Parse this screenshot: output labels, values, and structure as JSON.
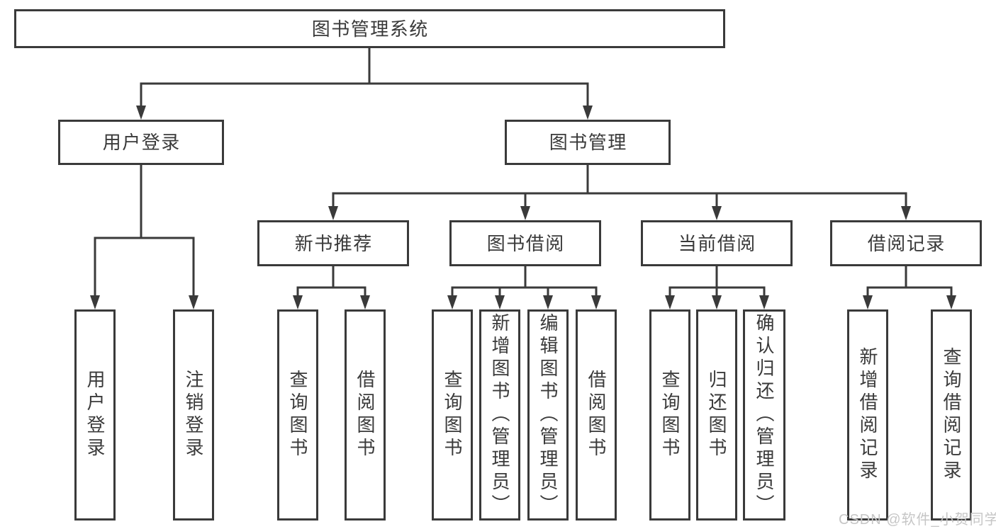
{
  "tree": {
    "root": {
      "label": "图书管理系统"
    },
    "branches": [
      {
        "label": "用户登录",
        "children": [
          {
            "label": "用户登录"
          },
          {
            "label": "注销登录"
          }
        ]
      },
      {
        "label": "图书管理",
        "children": [
          {
            "label": "新书推荐",
            "children": [
              {
                "label": "查询图书"
              },
              {
                "label": "借阅图书"
              }
            ]
          },
          {
            "label": "图书借阅",
            "children": [
              {
                "label": "查询图书"
              },
              {
                "label": "新增图书（管理员）"
              },
              {
                "label": "编辑图书（管理员）"
              },
              {
                "label": "借阅图书"
              }
            ]
          },
          {
            "label": "当前借阅",
            "children": [
              {
                "label": "查询图书"
              },
              {
                "label": "归还图书"
              },
              {
                "label": "确认归还（管理员）"
              }
            ]
          },
          {
            "label": "借阅记录",
            "children": [
              {
                "label": "新增借阅记录"
              },
              {
                "label": "查询借阅记录"
              }
            ]
          }
        ]
      }
    ]
  },
  "watermark": {
    "text": "CSDN @软件_小贺同学"
  },
  "colors": {
    "line": "#3a3a3a",
    "text": "#3a3a3a",
    "box_fill": "#ffffff",
    "background": "#ffffff",
    "watermark": "#c6c6c6"
  }
}
